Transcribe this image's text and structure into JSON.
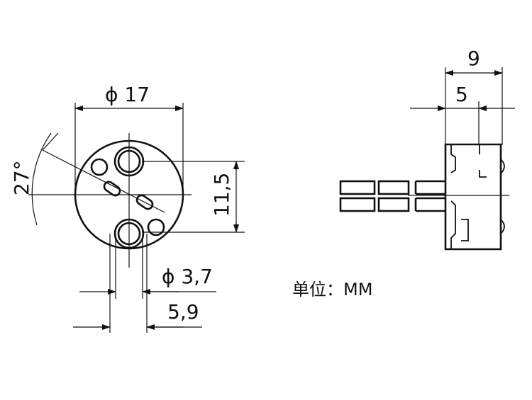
{
  "dimensions": {
    "diameter_body": "ϕ 17",
    "angle": "27°",
    "pin_spacing": "11,5",
    "pin_diameter": "ϕ 3,7",
    "pin_width": "5,9",
    "total_depth": "9",
    "base_depth": "5"
  },
  "unit_label": "单位：MM"
}
